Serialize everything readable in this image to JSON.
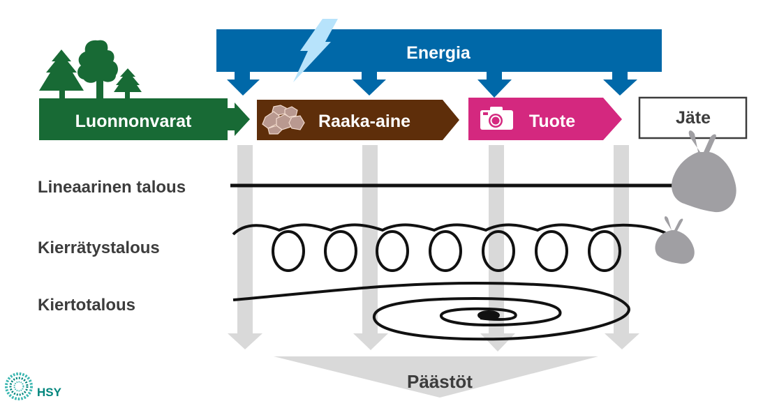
{
  "energy": {
    "label": "Energia",
    "color": "#0068a8",
    "bolt_color": "#b7e3fb"
  },
  "stages": [
    {
      "key": "natural-resources",
      "label": "Luonnonvarat",
      "icon": "trees-icon",
      "color": "#186a35"
    },
    {
      "key": "raw-material",
      "label": "Raaka-aine",
      "icon": "rocks-icon",
      "color": "#5e2e0a"
    },
    {
      "key": "product",
      "label": "Tuote",
      "icon": "camera-icon",
      "color": "#d4287f"
    },
    {
      "key": "waste",
      "label": "Jäte",
      "icon": "trash-bag-icon",
      "color": "#ffffff"
    }
  ],
  "economy_types": [
    {
      "key": "linear",
      "label": "Lineaarinen talous",
      "path": "straight-line-to-waste"
    },
    {
      "key": "recycling",
      "label": "Kierrätystalous",
      "path": "loops-to-small-waste",
      "loops": 7
    },
    {
      "key": "circular",
      "label": "Kiertotalous",
      "path": "spiral-inward"
    }
  ],
  "emissions": {
    "label": "Päästöt",
    "color": "#d9d9d9"
  },
  "logo": {
    "text": "HSY",
    "color": "#00857c",
    "ring_color": "#3ab6b0"
  },
  "colors": {
    "label_text": "#3c3c3c",
    "line": "#111111",
    "waste_bag": "#a09fa3",
    "rock_fill": "#b99990",
    "rock_stroke": "#f3dccf"
  }
}
